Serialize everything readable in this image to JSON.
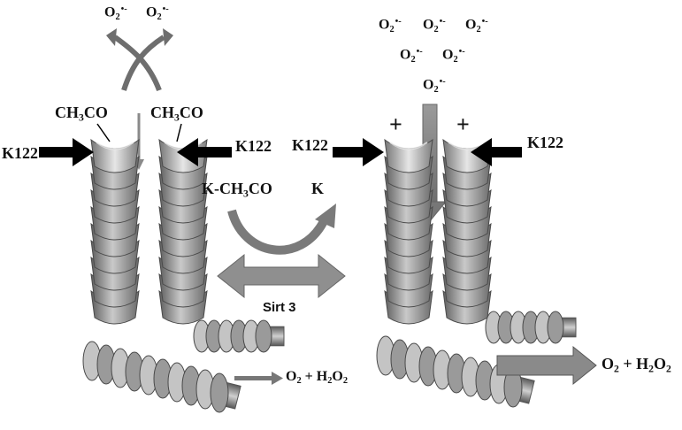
{
  "superoxide": {
    "base": "O",
    "sub": "2",
    "sup": "•-"
  },
  "acetyl": {
    "pre": "CH",
    "sub": "3",
    "post": "CO"
  },
  "k_acetyl": {
    "pre": "K-CH",
    "sub": "3",
    "post": "CO"
  },
  "lysine_label": "K122",
  "deacetylated_k": "K",
  "charge_symbol": "+",
  "enzyme": "Sirt 3",
  "products": {
    "o": "O",
    "o_sub": "2",
    "plus": " + H",
    "h_sub": "2",
    "tail": "O",
    "tail_sub": "2"
  }
}
